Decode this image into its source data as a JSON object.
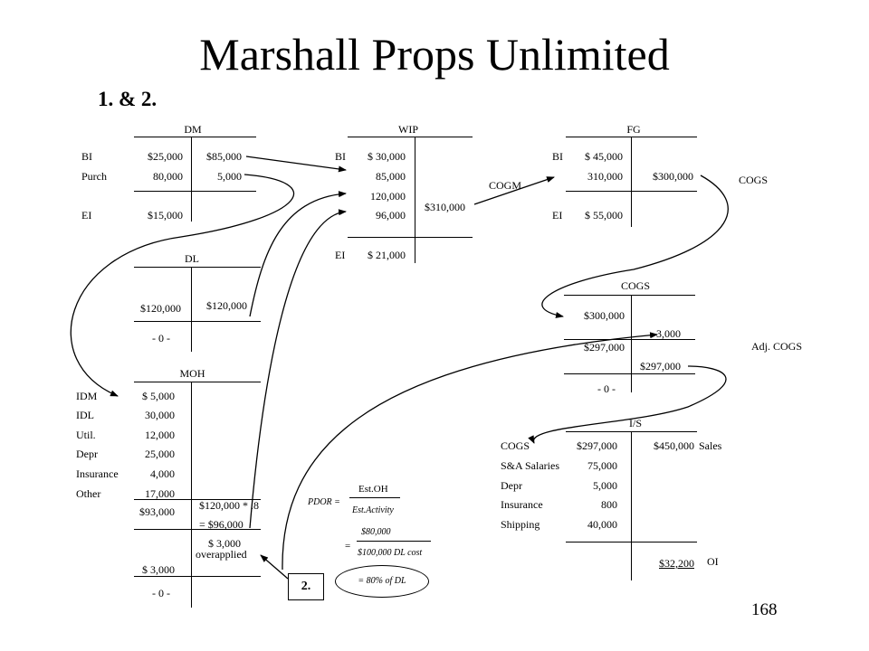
{
  "title": "Marshall Props Unlimited",
  "subtitle": "1. & 2.",
  "page_number": "168",
  "dm": {
    "header": "DM",
    "bi_label": "BI",
    "bi_value": "$25,000",
    "credit1": "$85,000",
    "purch_label": "Purch",
    "purch_value": "80,000",
    "credit2": "5,000",
    "ei_label": "EI",
    "ei_value": "$15,000"
  },
  "wip": {
    "header": "WIP",
    "bi_label": "BI",
    "bi_value": "$ 30,000",
    "dm_value": "85,000",
    "dl_value": "120,000",
    "moh_value": "96,000",
    "credit": "$310,000",
    "ei_label": "EI",
    "ei_value": "$ 21,000"
  },
  "fg": {
    "header": "FG",
    "bi_label": "BI",
    "bi_value": "$ 45,000",
    "cogm_value": "310,000",
    "credit": "$300,000",
    "ei_label": "EI",
    "ei_value": "$ 55,000"
  },
  "labels": {
    "cogm": "COGM",
    "cogs": "COGS",
    "adj_cogs": "Adj. COGS"
  },
  "dl": {
    "header": "DL",
    "debit": "$120,000",
    "credit": "$120,000",
    "balance": "- 0 -"
  },
  "moh": {
    "header": "MOH",
    "rows": [
      {
        "label": "IDM",
        "value": "$ 5,000"
      },
      {
        "label": "IDL",
        "value": "30,000"
      },
      {
        "label": "Util.",
        "value": "12,000"
      },
      {
        "label": "Depr",
        "value": "25,000"
      },
      {
        "label": "Insurance",
        "value": "4,000"
      },
      {
        "label": "Other",
        "value": "17,000"
      }
    ],
    "total": "$93,000",
    "applied_calc": "$120,000 * .8",
    "applied_result": "=   $96,000",
    "over_value": "$ 3,000",
    "over_label": "overapplied",
    "adj_debit": "$ 3,000",
    "balance": "- 0 -"
  },
  "cogs_acct": {
    "header": "COGS",
    "debit": "$300,000",
    "credit": "3,000",
    "subtotal": "$297,000",
    "transfer": "$297,000",
    "balance": "- 0 -"
  },
  "is": {
    "header": "I/S",
    "rows": [
      {
        "label": "COGS",
        "value": "$297,000"
      },
      {
        "label": "S&A Salaries",
        "value": "75,000"
      },
      {
        "label": "Depr",
        "value": "5,000"
      },
      {
        "label": "Insurance",
        "value": "800"
      },
      {
        "label": "Shipping",
        "value": "40,000"
      }
    ],
    "sales_value": "$450,000",
    "sales_label": "Sales",
    "oi_value": "$32,200",
    "oi_label": "OI"
  },
  "pdor": {
    "lhs": "PDOR  =",
    "num1": "Est.OH",
    "den1": "Est.Activity",
    "eq2": "=",
    "num2": "$80,000",
    "den2": "$100,000 DL cost",
    "result": "= 80% of DL"
  },
  "box_label": "2."
}
